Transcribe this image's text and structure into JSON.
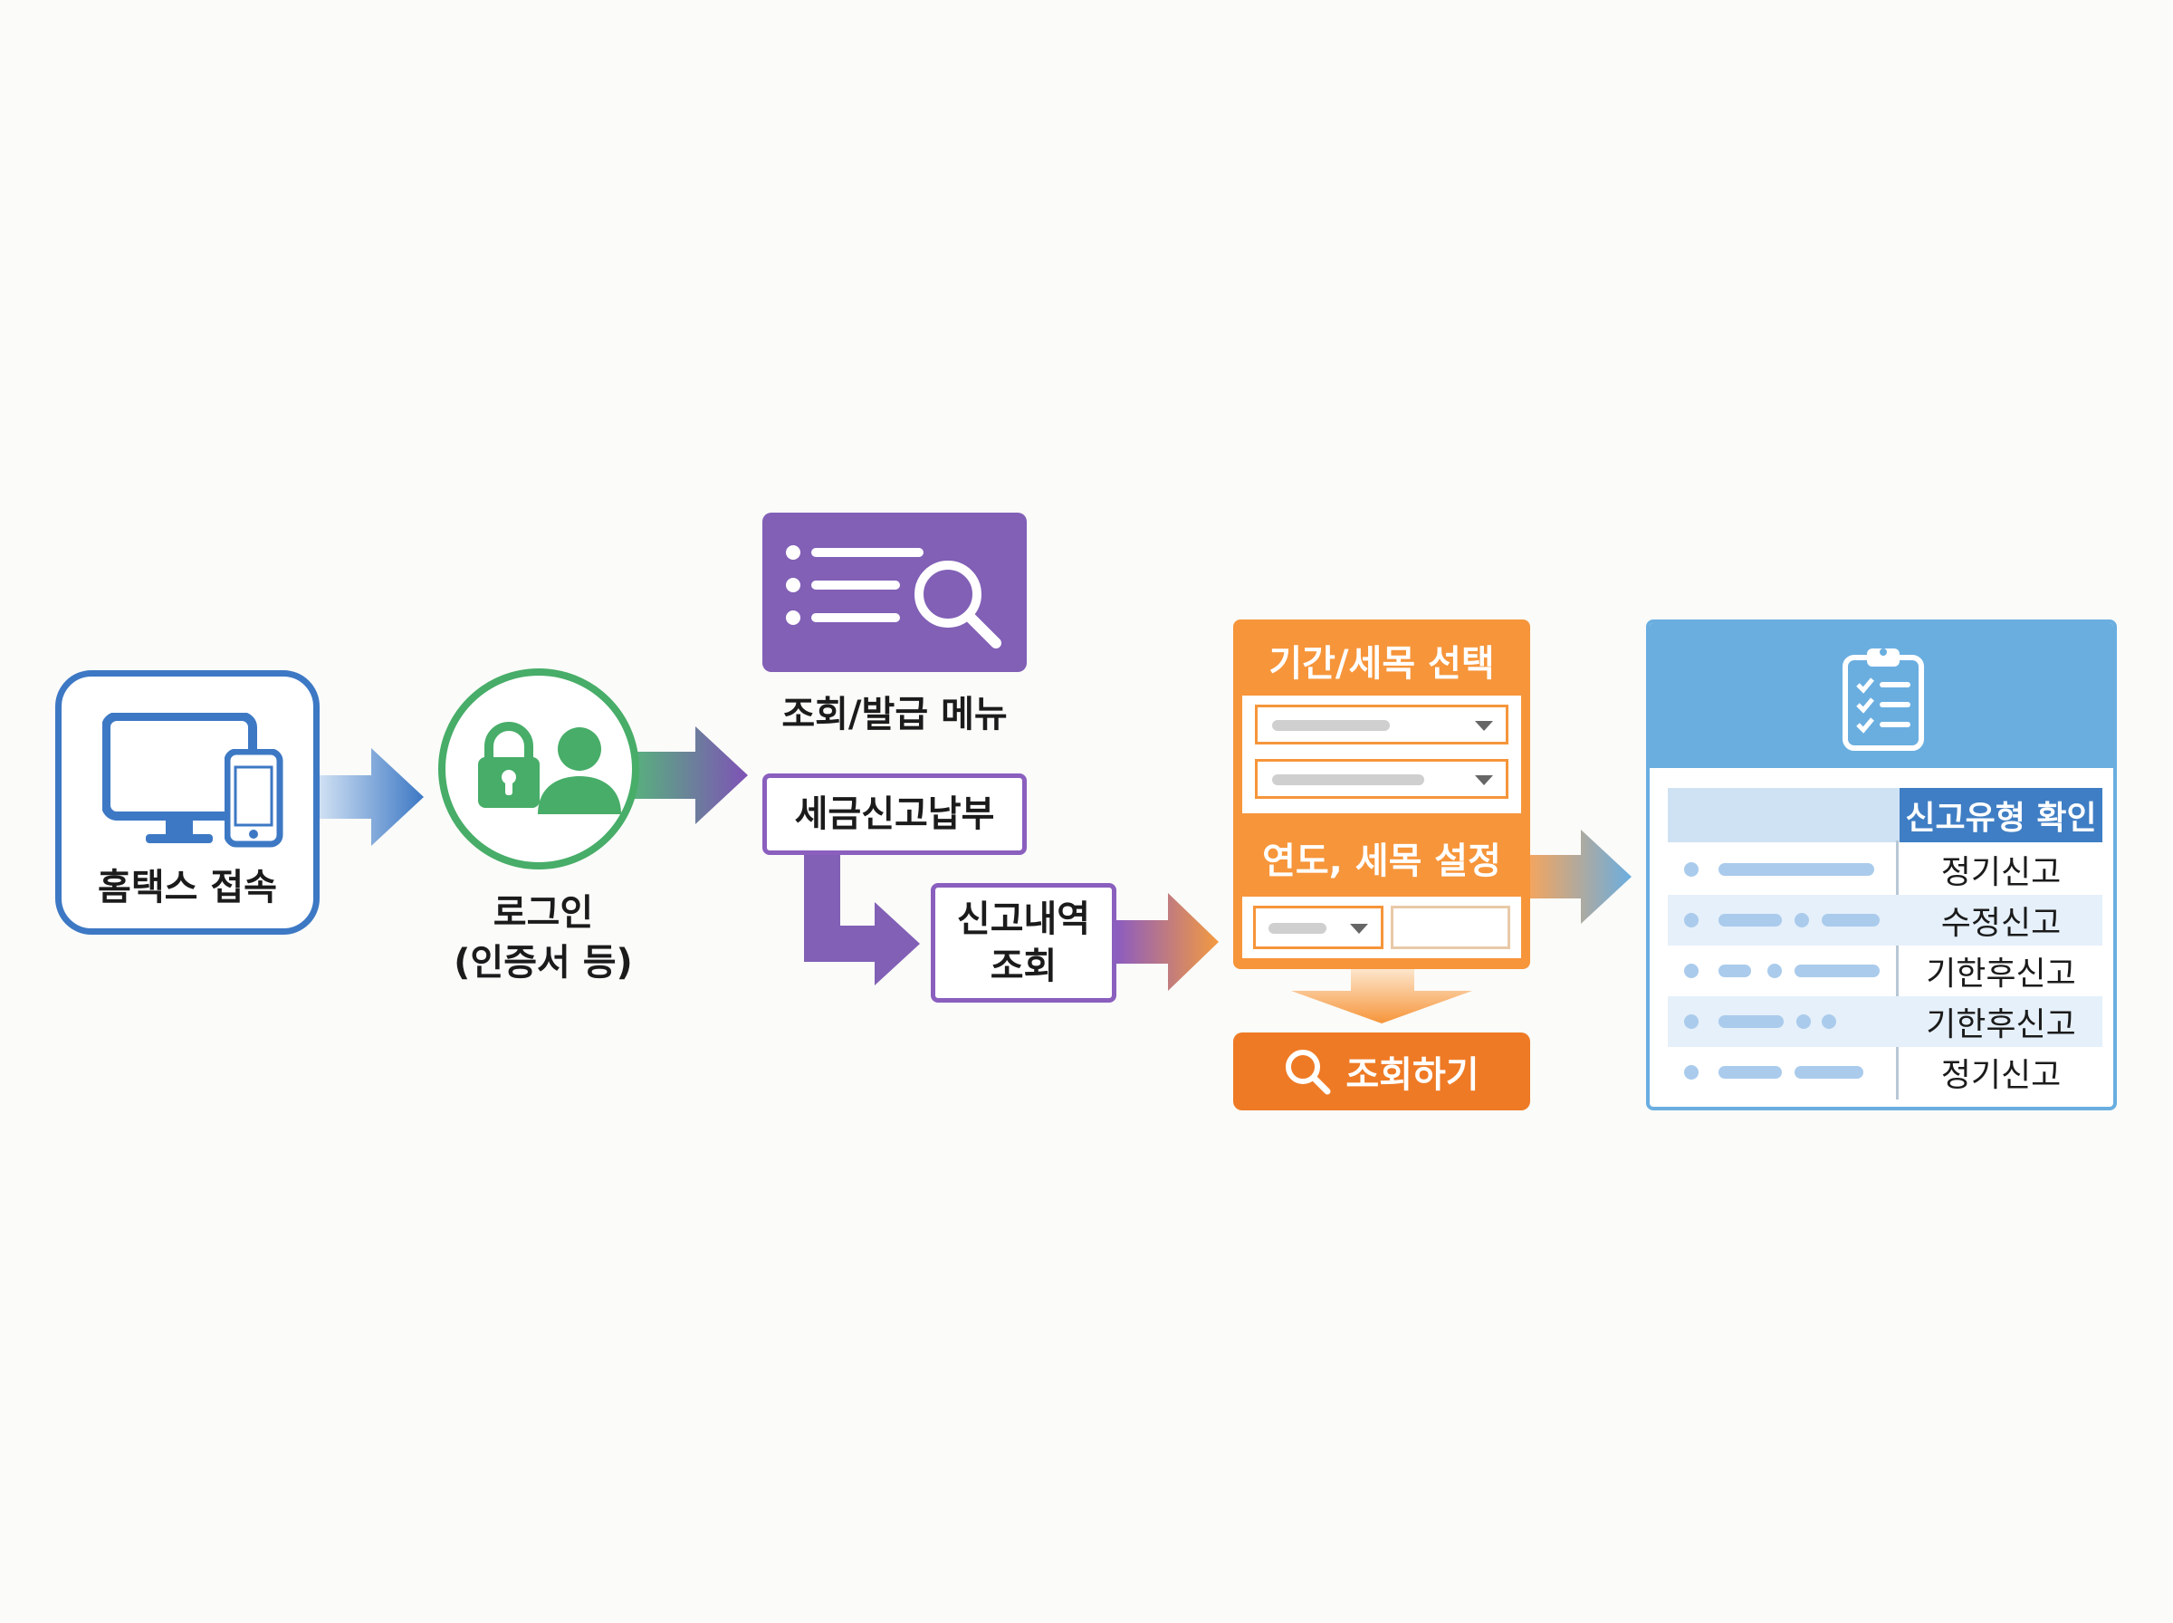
{
  "steps": {
    "hometax": {
      "label": "홈택스 접속"
    },
    "login": {
      "line1": "로그인",
      "line2": "(인증서 등)"
    },
    "menu": {
      "label": "조회/발급 메뉴",
      "item1": "세금신고납부",
      "item2_line1": "신고내역",
      "item2_line2": "조회"
    },
    "search": {
      "header1": "기간/세목 선택",
      "header2": "연도, 세목 설정",
      "button": "조회하기"
    },
    "result": {
      "column_header": "신고유형 확인",
      "rows": [
        "정기신고",
        "수정신고",
        "기한후신고",
        "기한후신고",
        "정기신고"
      ]
    }
  },
  "colors": {
    "blue": "#3d78c4",
    "green": "#47ad68",
    "purple": "#8160b6",
    "orange": "#f6953a",
    "orange_button": "#ee7a25",
    "light_blue": "#6aaee0",
    "table_header": "#3f7ec4"
  },
  "icons": [
    "monitor-icon",
    "phone-icon",
    "lock-icon",
    "user-icon",
    "list-search-icon",
    "search-icon",
    "clipboard-checklist-icon"
  ]
}
